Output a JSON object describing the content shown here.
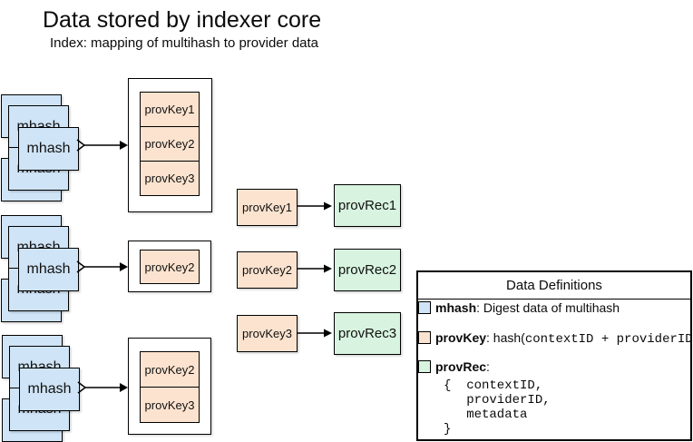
{
  "title": "Data stored by indexer core",
  "subtitle": "Index: mapping of multihash to provider data",
  "colors": {
    "mhash_fill": "#cfe4f6",
    "provkey_fill": "#fbe3cf",
    "provrec_fill": "#d8f4e0",
    "border": "#000000"
  },
  "stacks": [
    {
      "labels": [
        "mhash",
        "mhash",
        "mhash"
      ]
    },
    {
      "labels": [
        "mhash",
        "mhash",
        "mhash"
      ]
    },
    {
      "labels": [
        "mhash",
        "mhash",
        "mhash"
      ]
    }
  ],
  "index_buckets": [
    {
      "keys": [
        "provKey1",
        "provKey2",
        "provKey3"
      ]
    },
    {
      "keys": [
        "provKey2"
      ]
    },
    {
      "keys": [
        "provKey2",
        "provKey3"
      ]
    }
  ],
  "mappings": [
    {
      "key": "provKey1",
      "rec": "provRec1"
    },
    {
      "key": "provKey2",
      "rec": "provRec2"
    },
    {
      "key": "provKey3",
      "rec": "provRec3"
    }
  ],
  "definitions": {
    "title": "Data Definitions",
    "mhash": {
      "term": "mhash",
      "desc": ": Digest data of multihash"
    },
    "provkey": {
      "term": "provKey",
      "desc_prefix": ": hash(",
      "mono": "contextID + providerID",
      "desc_suffix": ")"
    },
    "provrec": {
      "term": "provRec",
      "colon": ":",
      "block": "{  contextID,\n   providerID,\n   metadata\n}"
    }
  }
}
